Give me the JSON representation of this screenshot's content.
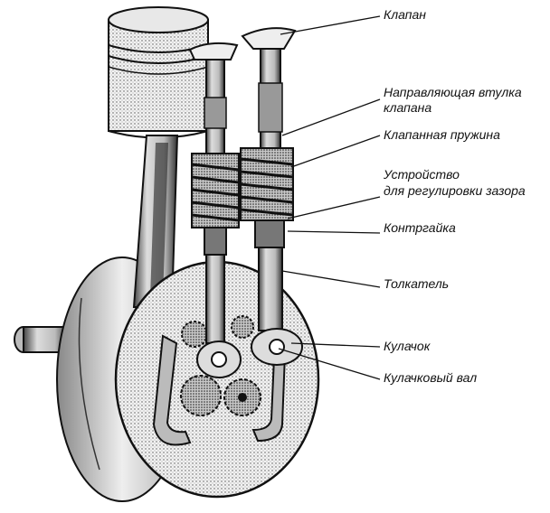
{
  "labels": {
    "valve": "Клапан",
    "valve_guide_line1": "Направляющая втулка",
    "valve_guide_line2": "клапана",
    "valve_spring": "Клапанная пружина",
    "clearance_adjuster_line1": "Устройство",
    "clearance_adjuster_line2": "для регулировки зазора",
    "locknut": "Контргайка",
    "pushrod": "Толкатель",
    "cam": "Кулачок",
    "camshaft": "Кулачковый вал"
  }
}
